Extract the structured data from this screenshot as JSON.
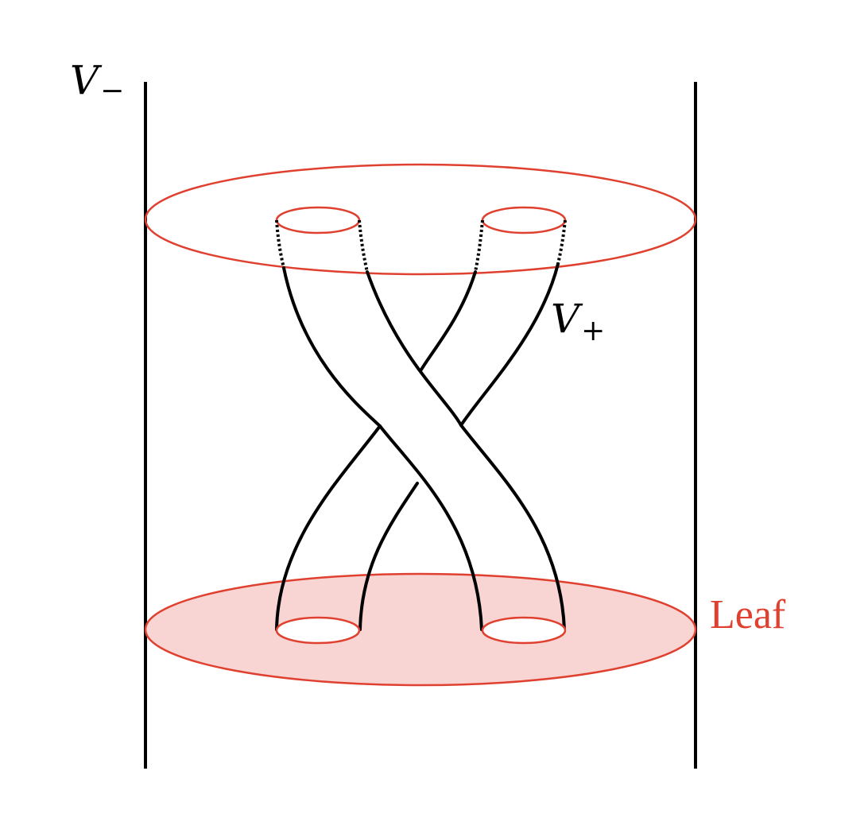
{
  "labels": {
    "v_minus_main": "V",
    "v_minus_sub": "−",
    "v_plus_main": "V",
    "v_plus_sub": "+",
    "leaf": "Leaf"
  },
  "colors": {
    "stroke": "#000000",
    "leaf_stroke": "#e0402f",
    "leaf_fill": "#f8d5d2",
    "background": "#ffffff"
  }
}
